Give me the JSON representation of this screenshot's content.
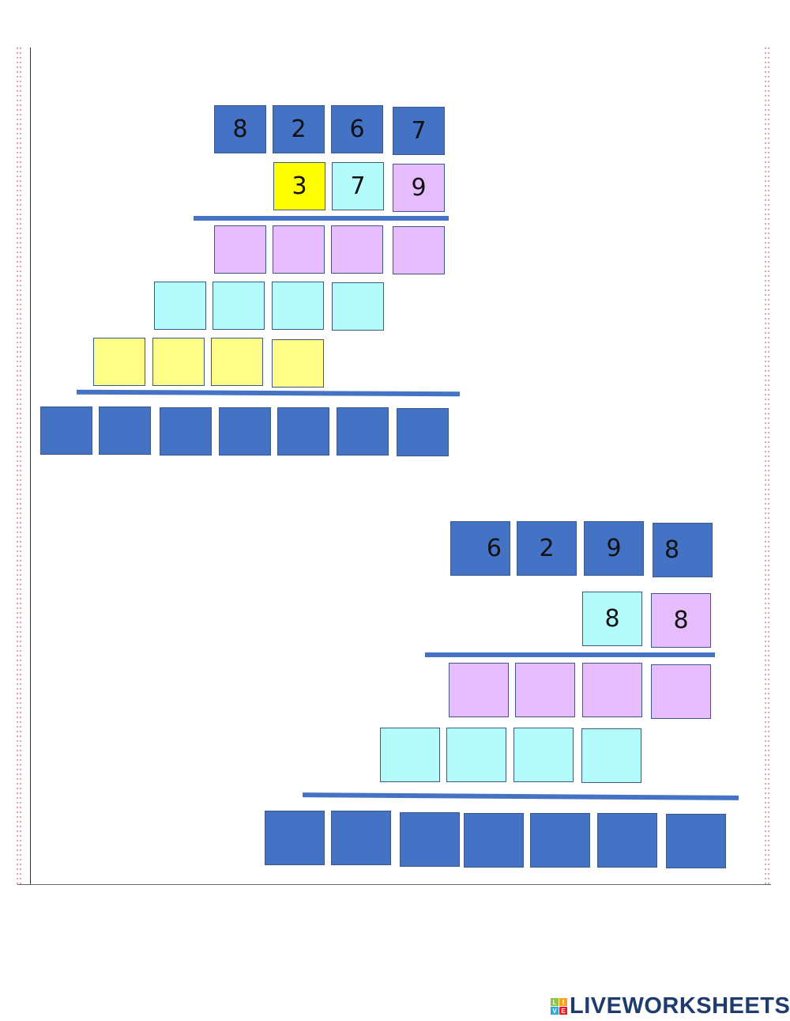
{
  "worksheet": {
    "problem_1": {
      "top_digits": [
        "8",
        "2",
        "6",
        "7"
      ],
      "bottom_digits": [
        "3",
        "7",
        "9"
      ],
      "partial_rows": [
        {
          "color": "pink",
          "cells": 4
        },
        {
          "color": "cyan",
          "cells": 4
        },
        {
          "color": "yellow",
          "cells": 4
        }
      ],
      "result_cells": 7
    },
    "problem_2": {
      "top_digits": [
        "6",
        "2",
        "9",
        "8"
      ],
      "bottom_digits": [
        "8",
        "8"
      ],
      "partial_rows": [
        {
          "color": "pink",
          "cells": 4
        },
        {
          "color": "cyan",
          "cells": 4
        }
      ],
      "result_cells": 7
    }
  },
  "colors": {
    "blue": "#4472c4",
    "yellow_solid": "#ffff00",
    "cyan": "#b4fcfc",
    "pink": "#e6bcfc",
    "yellow_light": "#fdfd88"
  },
  "footer": {
    "logo_letters": [
      "L",
      "I",
      "V",
      "E"
    ],
    "logo_text": "LIVEWORKSHEETS"
  }
}
